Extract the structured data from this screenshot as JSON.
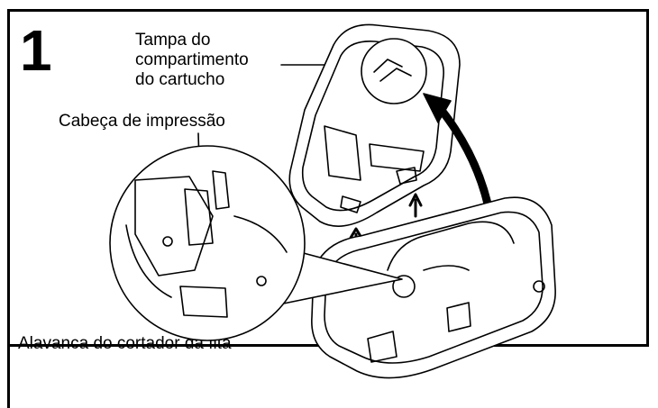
{
  "step": {
    "number": "1"
  },
  "labels": {
    "cover_line1": "Tampa do",
    "cover_line2": "compartimento",
    "cover_line3": "do cartucho",
    "print_head": "Cabeça de impressão",
    "cutter_lever": "Alavanca do cortador da fita"
  }
}
